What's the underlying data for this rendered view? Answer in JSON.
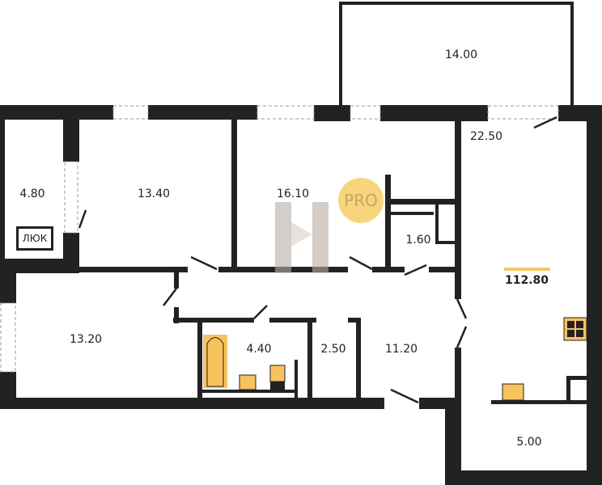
{
  "rooms": {
    "balcony": "14.00",
    "storage": "4.80",
    "bedroom_1": "13.40",
    "bedroom_2": "16.10",
    "living_kitchen": "22.50",
    "wardrobe": "1.60",
    "bedroom_3": "13.20",
    "bathroom": "4.40",
    "toilet": "2.50",
    "hall": "11.20",
    "utility": "5.00"
  },
  "total_area": "112.80",
  "hatch_label": "ЛЮК",
  "watermark": "PRO",
  "colors": {
    "wall": "#222222",
    "fixture": "#f7c35f",
    "accent": "#f2c96a"
  }
}
